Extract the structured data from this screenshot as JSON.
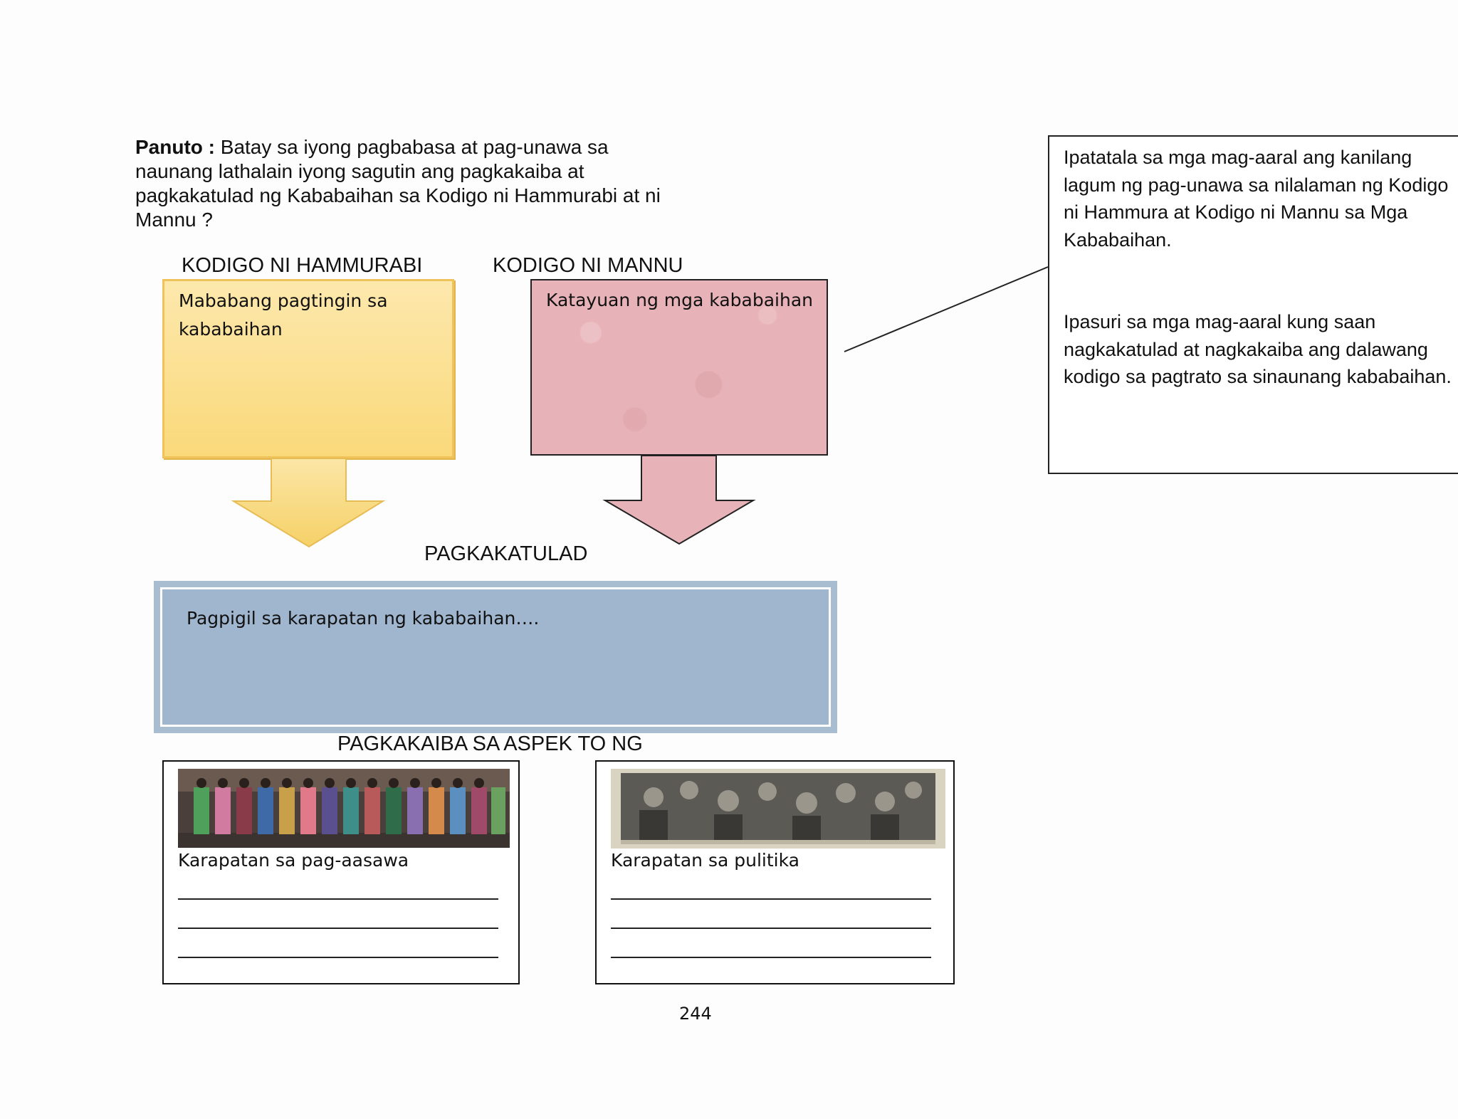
{
  "instructions": {
    "label": "Panuto :",
    "text": " Batay sa iyong pagbabasa at pag-unawa sa naunang lathalain iyong sagutin ang pagkakaiba at pagkakatulad ng  Kababaihan sa Kodigo ni Hammurabi at ni Mannu ?"
  },
  "columns": {
    "hammurabi": {
      "title": "KODIGO NI HAMMURABI",
      "text": "Mababang pagtingin sa kababaihan"
    },
    "mannu": {
      "title": "KODIGO NI MANNU",
      "text": "Katayuan ng mga kababaihan"
    }
  },
  "similarity": {
    "title": "PAGKAKATULAD",
    "text": "Pagpigil sa karapatan ng kababaihan…."
  },
  "differences": {
    "title": "PAGKAKAIBA SA ASPEK TO NG",
    "cards": [
      {
        "caption": "Karapatan sa pag-aasawa"
      },
      {
        "caption": "Karapatan sa pulitika"
      }
    ]
  },
  "teacher_note": {
    "paragraph1": "Ipatatala sa mga mag-aaral ang kanilang lagum ng pag-unawa sa nilalaman ng Kodigo ni Hammura at Kodigo ni Mannu sa Mga Kababaihan.",
    "paragraph2": "Ipasuri sa mga mag-aaral kung saan nagkakatulad at nagkakaiba ang dalawang kodigo sa pagtrato sa sinaunang kababaihan."
  },
  "page_number": "244",
  "colors": {
    "yellow": "#fad97a",
    "pink": "#e8b3b8",
    "blue": "#a0b6cf"
  }
}
